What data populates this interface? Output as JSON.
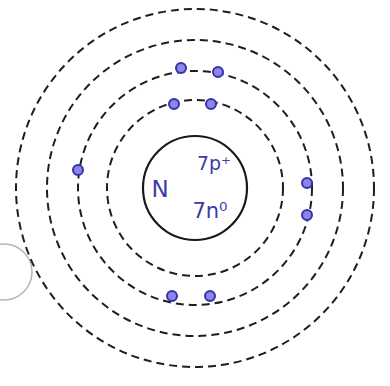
{
  "diagram": {
    "nodes": [
      {
        "text": [
          "N",
          "7p⁺",
          "7n⁰"
        ]
      }
    ]
  }
}
